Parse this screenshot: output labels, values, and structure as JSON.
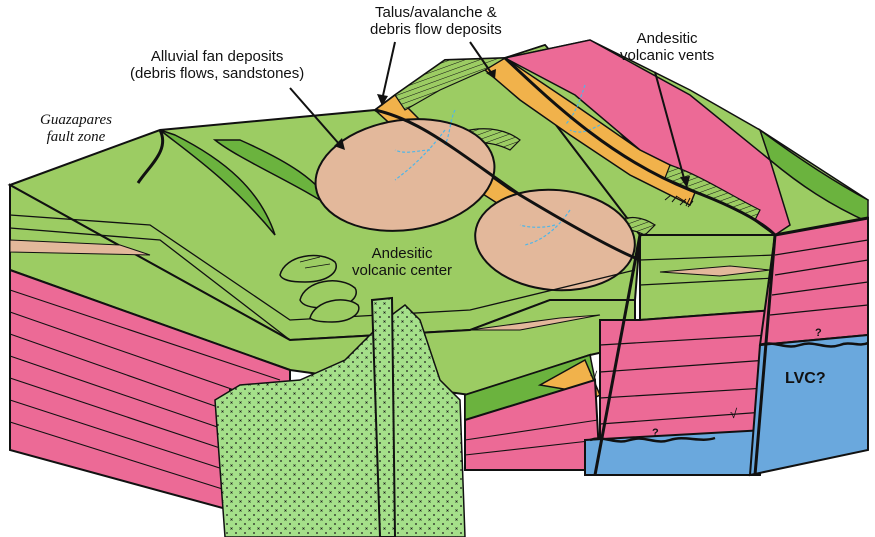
{
  "labels": {
    "talus_line1": "Talus/avalanche &",
    "talus_line2": "debris flow deposits",
    "alluvial_line1": "Alluvial fan deposits",
    "alluvial_line2": "(debris flows, sandstones)",
    "vents_line1": "Andesitic",
    "vents_line2": "volcanic vents",
    "fault_line1": "Guazapares",
    "fault_line2": "fault zone",
    "center_line1": "Andesitic",
    "center_line2": "volcanic center",
    "lvc": "LVC?",
    "question_mark": "?",
    "dip_mark": "√"
  },
  "colors": {
    "green_top": "#9ccc63",
    "green_dark": "#6bb33e",
    "pink": "#ec6a96",
    "orange": "#f1b24b",
    "tan": "#e3b89b",
    "blue": "#6aa8dd",
    "pale_green_dotted": "#a5e08a",
    "stream_blue": "#4fb6e8",
    "line": "#111111"
  }
}
